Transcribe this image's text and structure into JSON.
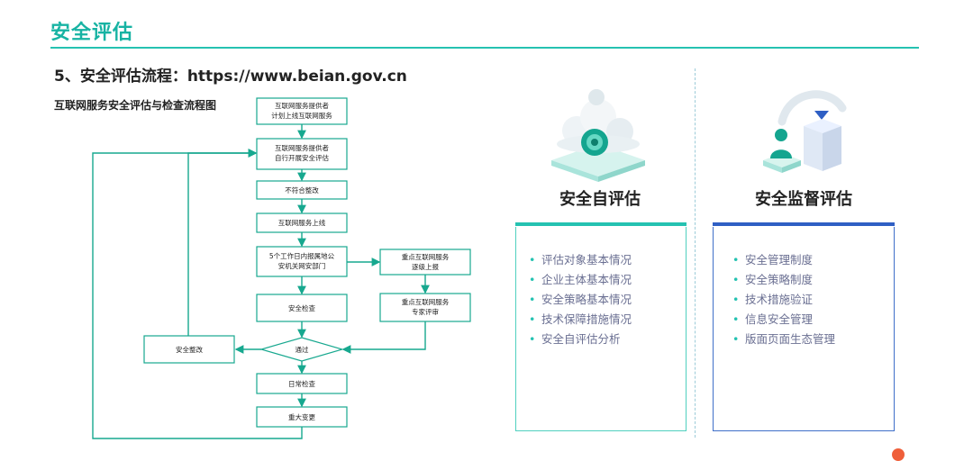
{
  "header": {
    "title": "安全评估",
    "subtitle": "5、安全评估流程：https://www.beian.gov.cn"
  },
  "flowchart": {
    "title": "互联网服务安全评估与检查流程图",
    "nodes": {
      "n1": [
        "互联网服务提供者",
        "计划上线互联网服务"
      ],
      "n2": [
        "互联网服务提供者",
        "自行开展安全评估"
      ],
      "n3": "不符合整改",
      "n4": "互联网服务上线",
      "n5": [
        "5个工作日内报属地公",
        "安机关网安部门"
      ],
      "n6": "安全检查",
      "r1": [
        "重点互联网服务",
        "逐级上报"
      ],
      "r2": [
        "重点互联网服务",
        "专家评审"
      ],
      "decision": "通过",
      "fix": "安全整改",
      "n7": "日常检查",
      "n8": "重大变更"
    }
  },
  "cards": {
    "self": {
      "title": "安全自评估",
      "icon": "cloud-shield-icon",
      "accent": "#25c2b1",
      "items": [
        "评估对象基本情况",
        "企业主体基本情况",
        "安全策略基本情况",
        "技术保障措施情况",
        "安全自评估分析"
      ]
    },
    "supervise": {
      "title": "安全监督评估",
      "icon": "user-cycle-icon",
      "accent": "#2f5fc4",
      "items": [
        "安全管理制度",
        "安全策略制度",
        "技术措施验证",
        "信息安全管理",
        "版面页面生态管理"
      ]
    }
  }
}
